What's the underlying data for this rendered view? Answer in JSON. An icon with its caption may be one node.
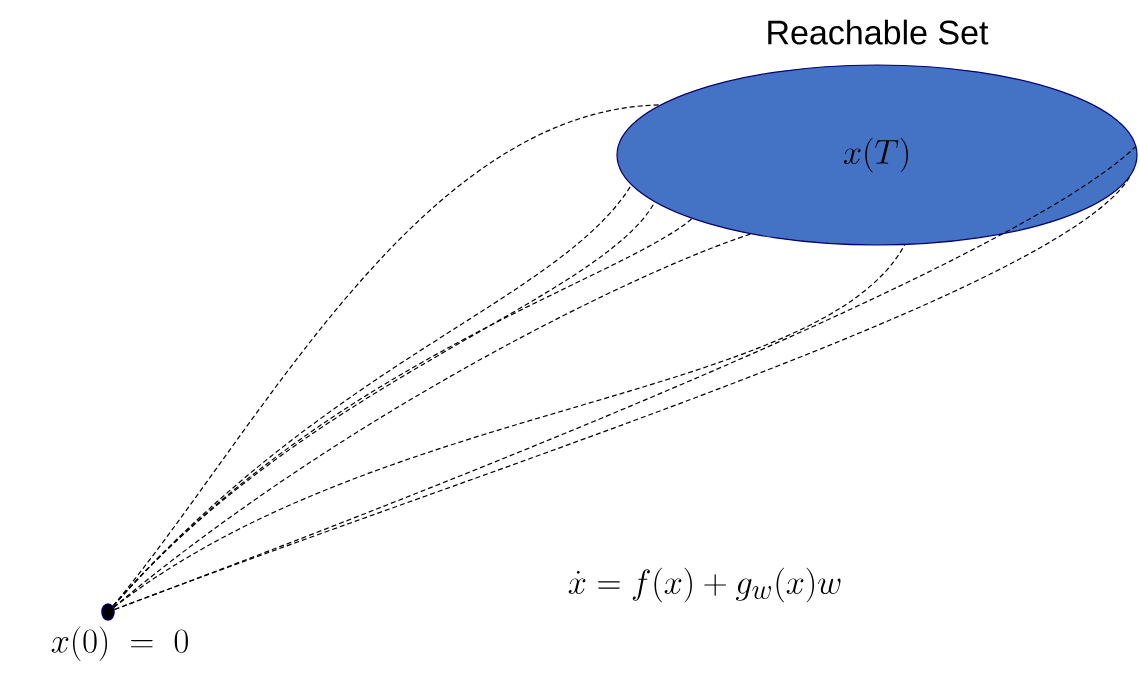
{
  "diagram": {
    "nodes": [
      {
        "text": [],
        "shape": "circle",
        "beside": [
          "x(0) \\;=\\; 0"
        ]
      },
      {
        "text": [
          "Reachable Set",
          "x(T)"
        ]
      }
    ],
    "edges": [
      {
        "from": 0,
        "to": 1,
        "arrow": "none",
        "style": "dashed"
      },
      {
        "from": 0,
        "to": 1,
        "arrow": "none",
        "style": "dashed"
      },
      {
        "from": 0,
        "to": 1,
        "arrow": "none",
        "style": "dashed"
      },
      {
        "from": 0,
        "to": 1,
        "arrow": "none",
        "style": "dashed"
      },
      {
        "from": 0,
        "to": 1,
        "arrow": "none",
        "style": "dashed"
      },
      {
        "from": 0,
        "to": 1,
        "arrow": "none",
        "style": "dashed"
      },
      {
        "from": 0,
        "to": 1,
        "arrow": "none",
        "style": "dashed"
      },
      {
        "from": 0,
        "to": 1,
        "arrow": "none",
        "style": "dashed"
      }
    ],
    "labels": [
      "\\dot{x} = f(x) + g_w(x) w"
    ]
  }
}
